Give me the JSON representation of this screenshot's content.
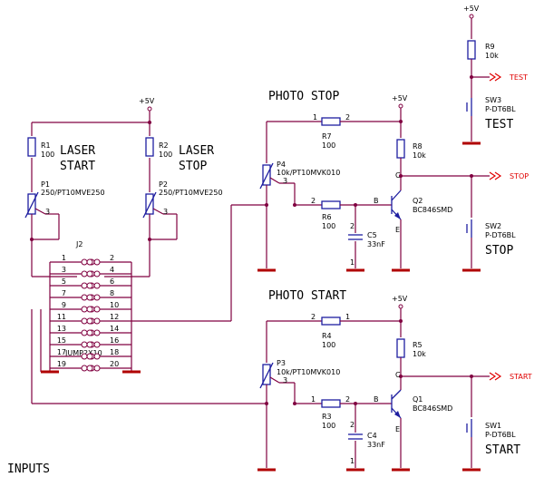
{
  "titles": {
    "photo_stop": "PHOTO STOP",
    "photo_start": "PHOTO START",
    "inputs": "INPUTS",
    "laser_start_1": "LASER",
    "laser_start_2": "START",
    "laser_stop_1": "LASER",
    "laser_stop_2": "STOP",
    "test": "TEST",
    "stop": "STOP",
    "start": "START"
  },
  "supply": "+5V",
  "components": {
    "R1": {
      "ref": "R1",
      "value": "100"
    },
    "R2": {
      "ref": "R2",
      "value": "100"
    },
    "P1": {
      "ref": "P1",
      "value": "250/PT10MVE250"
    },
    "P2": {
      "ref": "P2",
      "value": "250/PT10MVE250"
    },
    "J2": {
      "ref": "J2",
      "value": "JUMP2X10"
    },
    "R7": {
      "ref": "R7",
      "value": "100"
    },
    "R8": {
      "ref": "R8",
      "value": "10k"
    },
    "P4": {
      "ref": "P4",
      "value": "10k/PT10MVK010"
    },
    "R6": {
      "ref": "R6",
      "value": "100"
    },
    "C5": {
      "ref": "C5",
      "value": "33nF"
    },
    "Q2": {
      "ref": "Q2",
      "value": "BC846SMD"
    },
    "R9": {
      "ref": "R9",
      "value": "10k"
    },
    "SW3": {
      "ref": "SW3",
      "value": "P-DT6BL"
    },
    "SW2": {
      "ref": "SW2",
      "value": "P-DT6BL"
    },
    "R4": {
      "ref": "R4",
      "value": "100"
    },
    "R5": {
      "ref": "R5",
      "value": "10k"
    },
    "P3": {
      "ref": "P3",
      "value": "10k/PT10MVK010"
    },
    "R3": {
      "ref": "R3",
      "value": "100"
    },
    "C4": {
      "ref": "C4",
      "value": "33nF"
    },
    "Q1": {
      "ref": "Q1",
      "value": "BC846SMD"
    },
    "SW1": {
      "ref": "SW1",
      "value": "P-DT6BL"
    }
  },
  "nets": {
    "test": "TEST",
    "stop": "STOP",
    "start": "START"
  },
  "header_pins": [
    "1",
    "2",
    "3",
    "4",
    "5",
    "6",
    "7",
    "8",
    "9",
    "10",
    "11",
    "12",
    "13",
    "14",
    "15",
    "16",
    "17",
    "18",
    "19",
    "20"
  ],
  "pin_labels": {
    "one": "1",
    "two": "2",
    "three": "3",
    "b": "B",
    "c": "C",
    "e": "E"
  }
}
